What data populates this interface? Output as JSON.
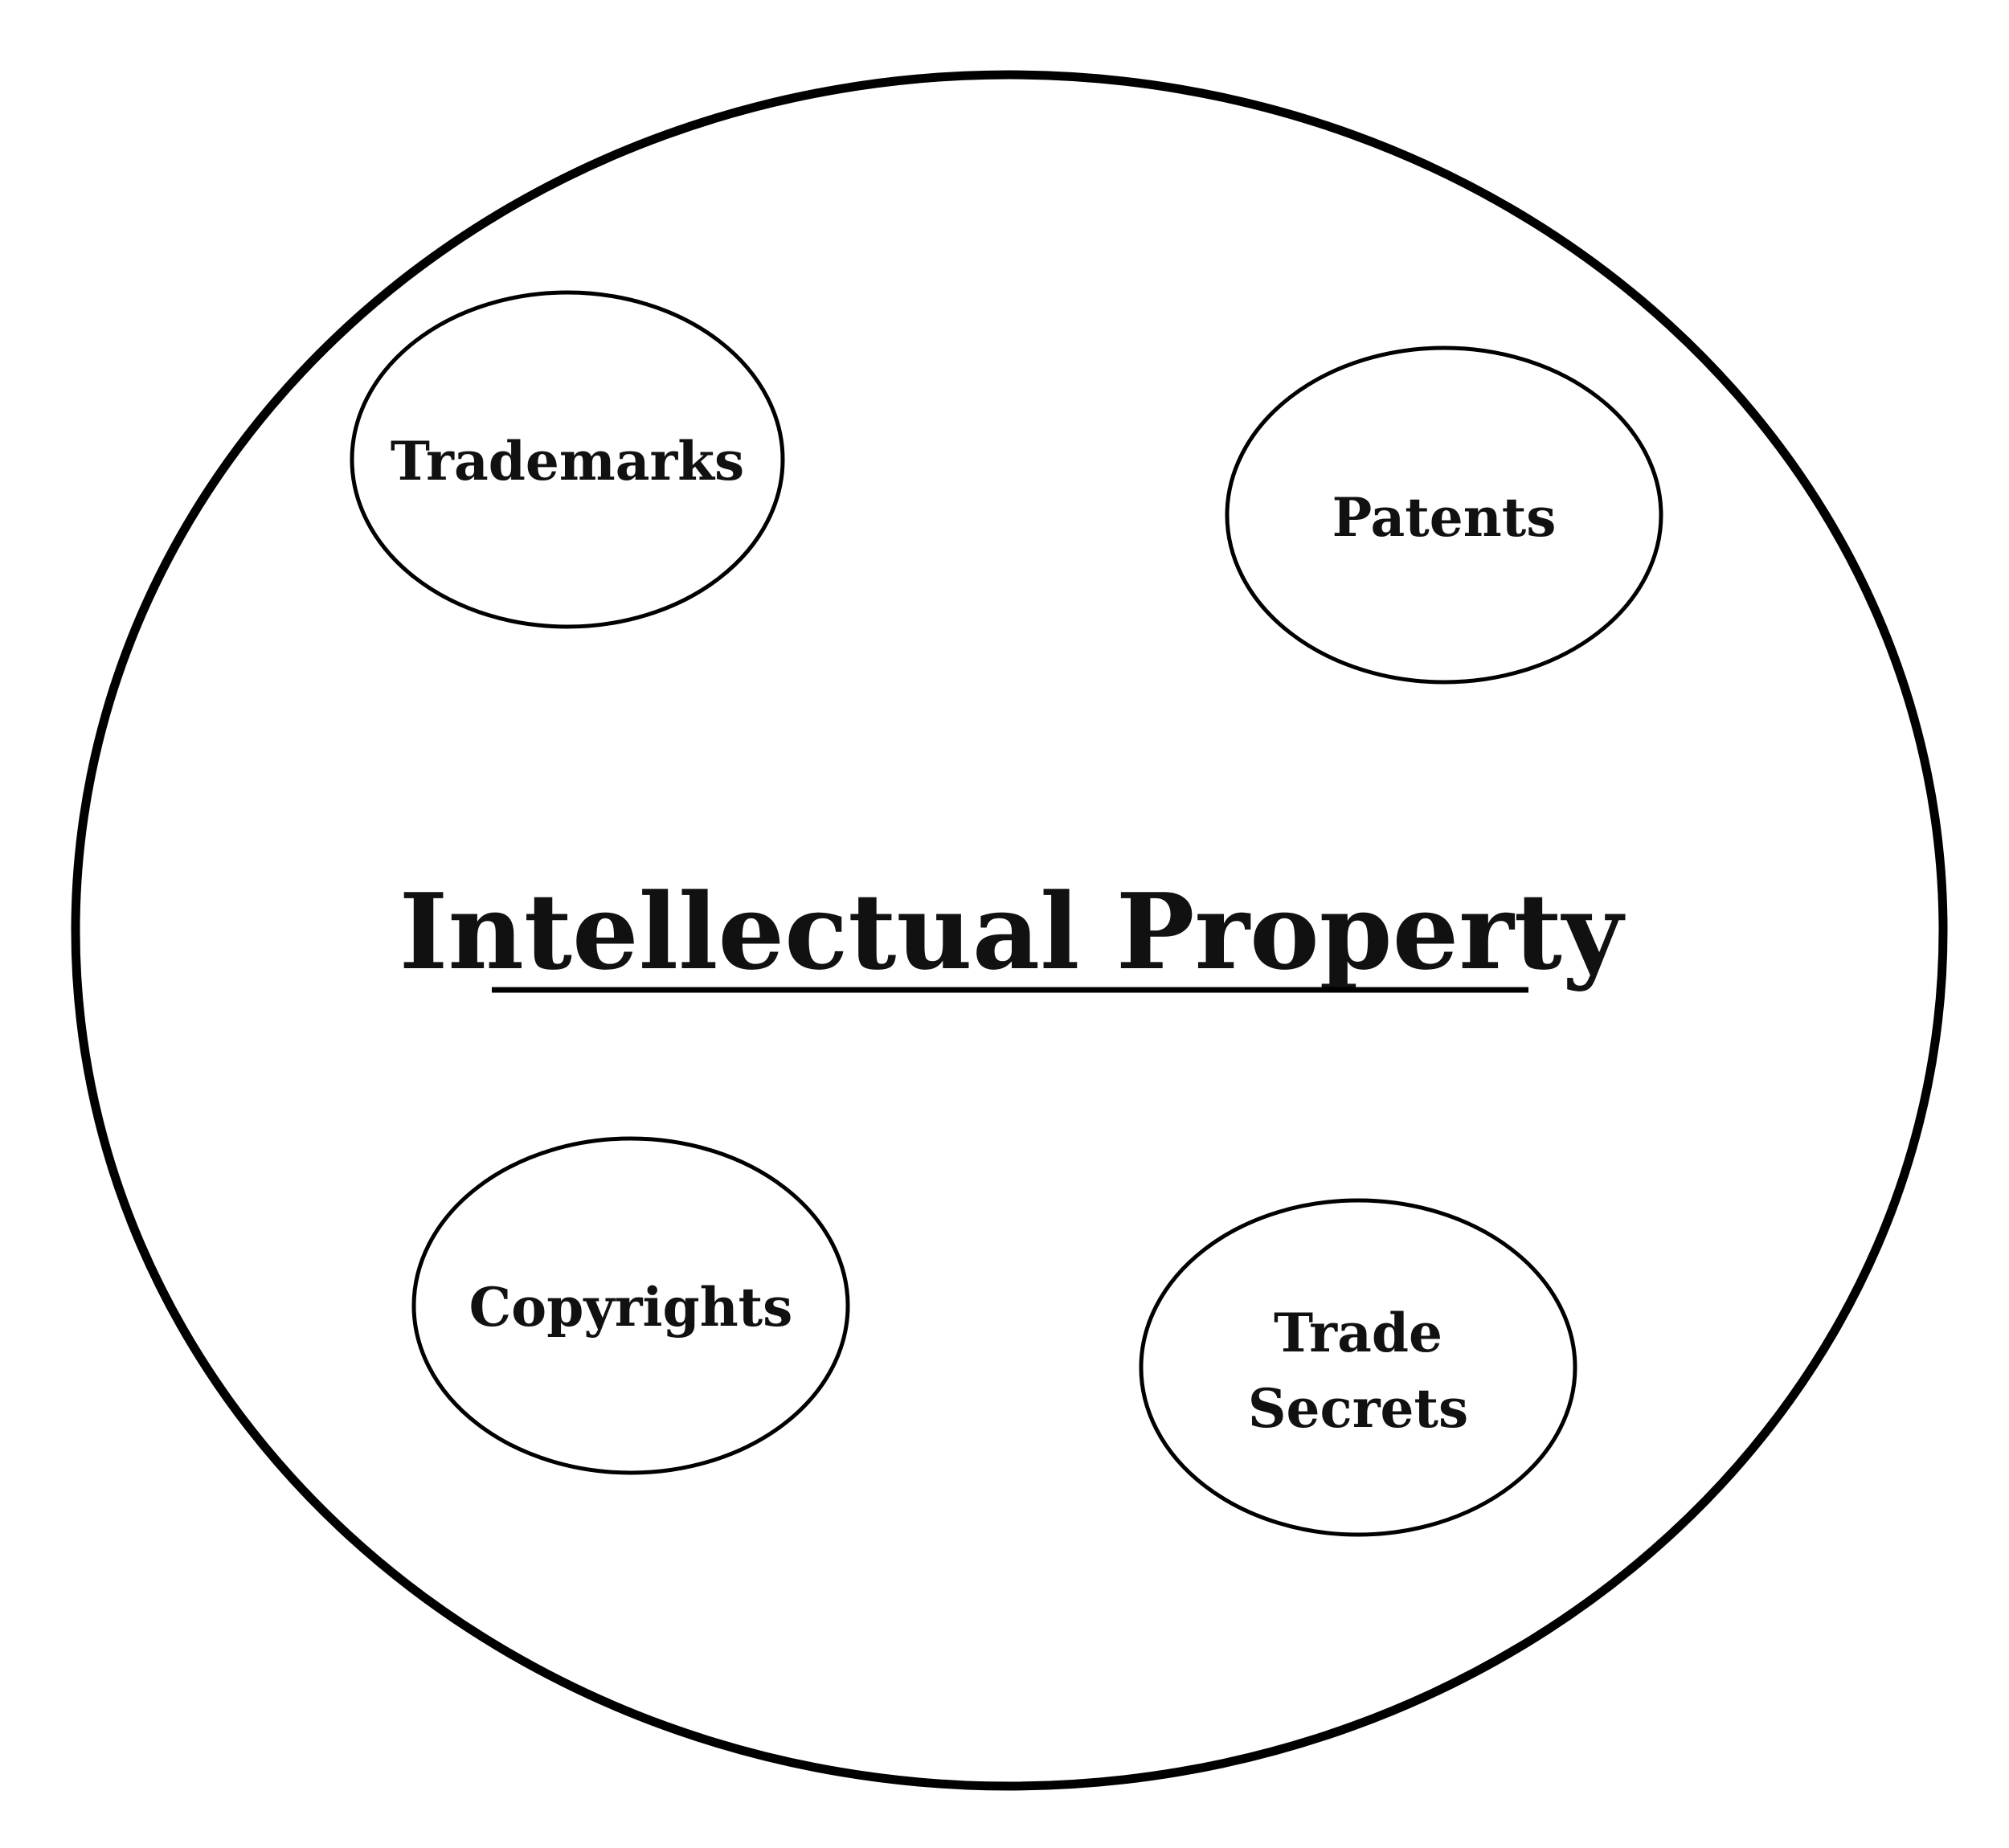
{
  "diagram": {
    "title": "Intellectual Property",
    "categories": {
      "trademarks": "Trademarks",
      "patents": "Patents",
      "copyrights": "Copyrights",
      "trade_secrets_line1": "Trade",
      "trade_secrets_line2": "Secrets"
    },
    "colors": {
      "stroke": "#000000",
      "text": "#111111",
      "background": "#ffffff"
    }
  }
}
